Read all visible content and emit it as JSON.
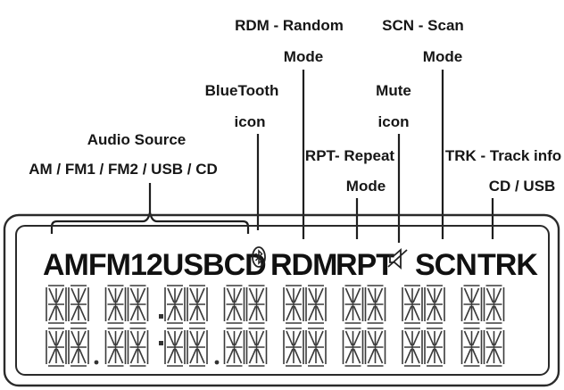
{
  "annotations": {
    "audio_source": {
      "line1": "Audio Source",
      "line2": "AM / FM1 / FM2 / USB / CD"
    },
    "bluetooth": {
      "line1": "BlueTooth",
      "line2": "icon"
    },
    "rdm": {
      "line1": "RDM - Random",
      "line2": "Mode"
    },
    "rpt": {
      "line1": "RPT- Repeat",
      "line2": "Mode"
    },
    "mute": {
      "line1": "Mute",
      "line2": "icon"
    },
    "scn": {
      "line1": "SCN - Scan",
      "line2": "Mode"
    },
    "trk": {
      "line1": "TRK - Track info",
      "line2": "CD / USB"
    }
  },
  "display": {
    "indicators": {
      "source": "AMFM12USBCD",
      "rdm": "RDM",
      "rpt": "RPT",
      "scn": "SCN",
      "trk": "TRK"
    },
    "bluetooth_icon": "bluetooth-icon",
    "mute_icon": "speaker-mute-icon",
    "digit_rows": 2,
    "digit_groups": 8,
    "chars_per_group": 2
  },
  "colors": {
    "ink": "#161616",
    "segment": "#3a3a3a",
    "background": "#ffffff"
  }
}
